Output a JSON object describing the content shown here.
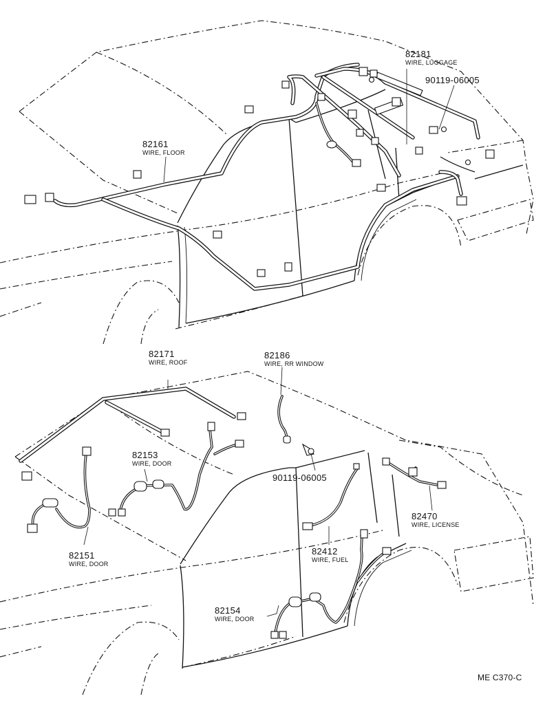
{
  "callouts": [
    {
      "part_no": "82181",
      "desc": "WIRE, LUGGAGE"
    },
    {
      "part_no": "90119-06005",
      "desc": ""
    },
    {
      "part_no": "82161",
      "desc": "WIRE, FLOOR"
    },
    {
      "part_no": "82171",
      "desc": "WIRE, ROOF"
    },
    {
      "part_no": "82186",
      "desc": "WIRE, RR WINDOW"
    },
    {
      "part_no": "82153",
      "desc": "WIRE, DOOR"
    },
    {
      "part_no": "90119-06005",
      "desc": ""
    },
    {
      "part_no": "82470",
      "desc": "WIRE, LICENSE"
    },
    {
      "part_no": "82412",
      "desc": "WIRE, FUEL"
    },
    {
      "part_no": "82151",
      "desc": "WIRE, DOOR"
    },
    {
      "part_no": "82154",
      "desc": "WIRE, DOOR"
    }
  ],
  "diagram_code": "ME C370-C"
}
